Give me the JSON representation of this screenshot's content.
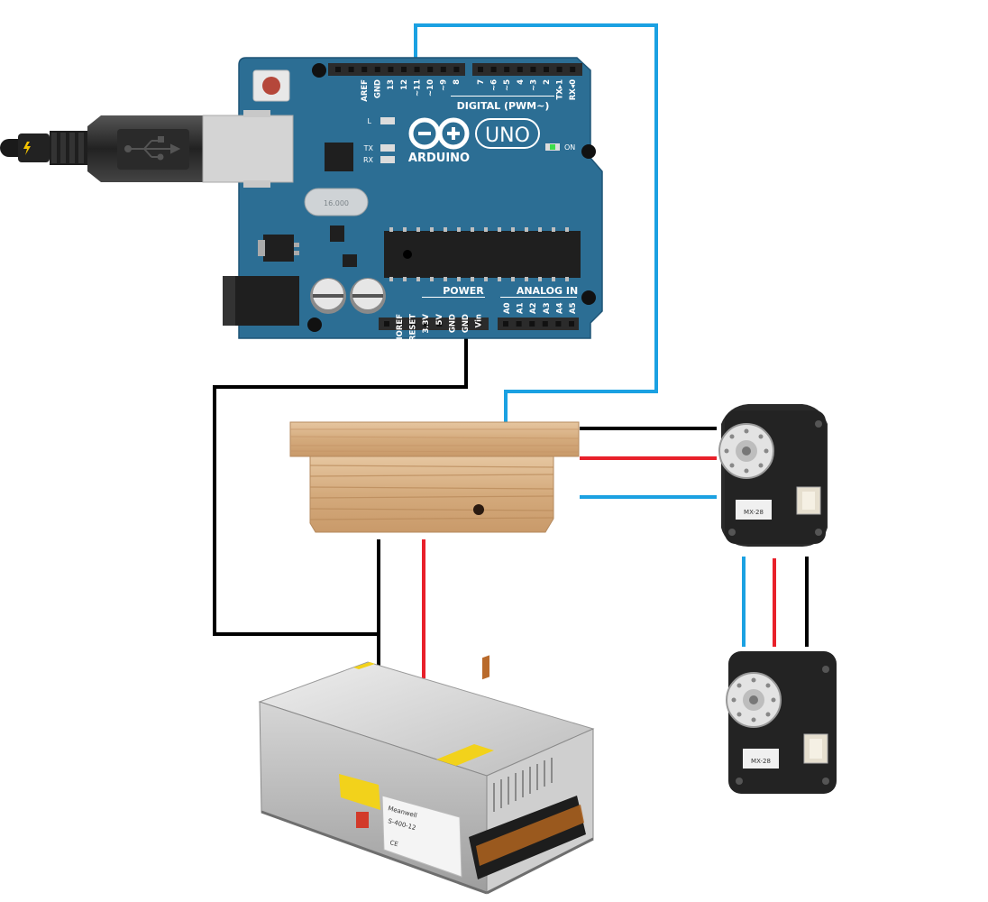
{
  "arduino": {
    "logo": "ARDUINO",
    "model": "UNO",
    "digital_header": "DIGITAL (PWM~)",
    "power_header": "POWER",
    "analog_header": "ANALOG IN",
    "on_label": "ON",
    "led_l": "L",
    "led_tx": "TX",
    "led_rx": "RX",
    "crystal": "16.000",
    "digital_pins": [
      "AREF",
      "GND",
      "13",
      "12",
      "~11",
      "~10",
      "~9",
      "8",
      "7",
      "~6",
      "~5",
      "4",
      "~3",
      "2",
      "TX▸1",
      "RX◂0"
    ],
    "power_pins": [
      "IOREF",
      "RESET",
      "3.3V",
      "5V",
      "GND",
      "GND",
      "Vin"
    ],
    "analog_pins": [
      "A0",
      "A1",
      "A2",
      "A3",
      "A4",
      "A5"
    ]
  },
  "psu": {
    "brand": "Meanwell",
    "label_line": "S-400-12",
    "ce": "CE"
  },
  "servos": {
    "model_label": "MX-28"
  },
  "colors": {
    "board": "#2c6e94",
    "wire_blue": "#1ba1e2",
    "wire_red": "#e8202a",
    "wire_black": "#000000",
    "wood": "#d9b48a"
  }
}
